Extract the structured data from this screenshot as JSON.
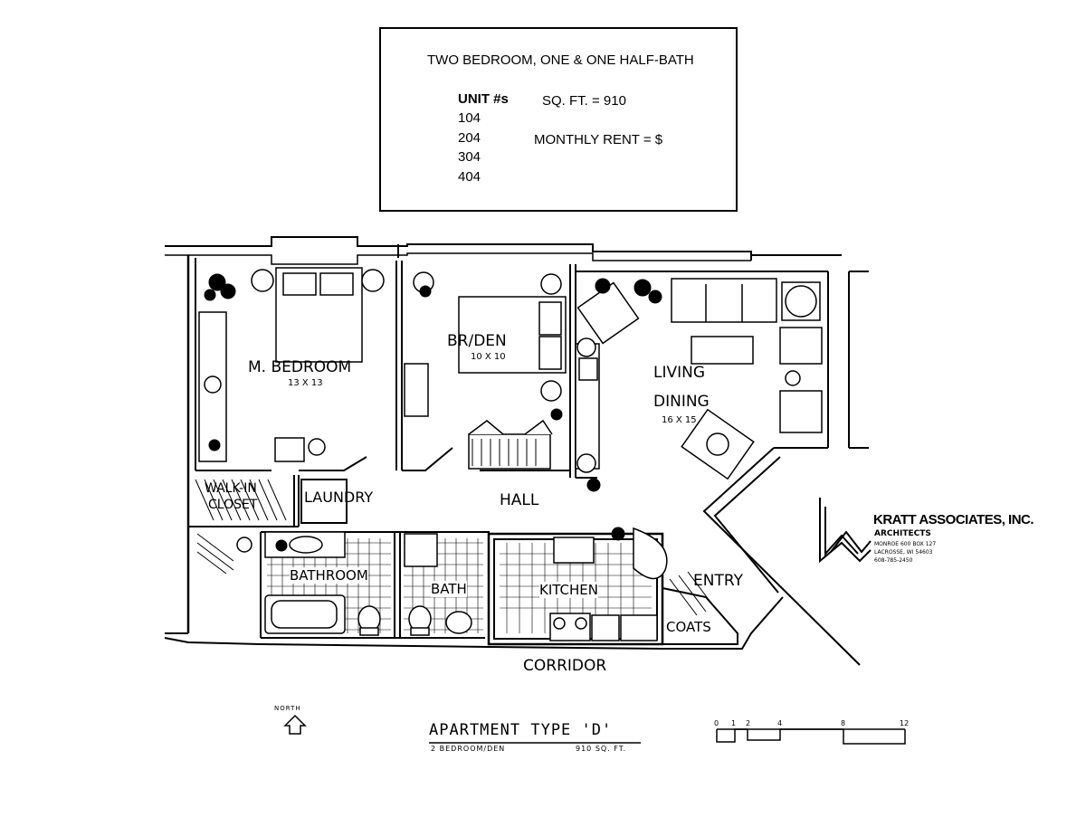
{
  "info_box": {
    "heading": "TWO BEDROOM, ONE & ONE HALF-BATH",
    "unit_label": "UNIT #s",
    "units": [
      "104",
      "204",
      "304",
      "404"
    ],
    "sqft": "SQ. FT. = 910",
    "rent": "MONTHLY RENT = $"
  },
  "rooms": {
    "master_bedroom": "M. BEDROOM",
    "master_bedroom_dim": "13 X 13",
    "br_den": "BR/DEN",
    "br_den_dim": "10 X 10",
    "living": "LIVING",
    "dining": "DINING",
    "living_dim": "16 X 15",
    "walk_in": "WALK-IN",
    "closet": "CLOSET",
    "laundry": "LAUNDRY",
    "hall": "HALL",
    "bathroom": "BATHROOM",
    "bath": "BATH",
    "kitchen": "KITCHEN",
    "entry": "ENTRY",
    "coats": "COATS",
    "corridor": "CORRIDOR"
  },
  "firm": {
    "name": "KRATT ASSOCIATES, INC.",
    "sub": "ARCHITECTS",
    "address": [
      "MONROE 600 BOX 127",
      "LACROSSE, WI 54603",
      "608-785-2450"
    ]
  },
  "north_label": "NORTH",
  "title": "APARTMENT TYPE 'D'",
  "subtitle_left": "2 BEDROOM/DEN",
  "subtitle_right": "910 SQ. FT.",
  "scale_ticks": [
    "0",
    "1",
    "2",
    "4",
    "8",
    "12"
  ]
}
